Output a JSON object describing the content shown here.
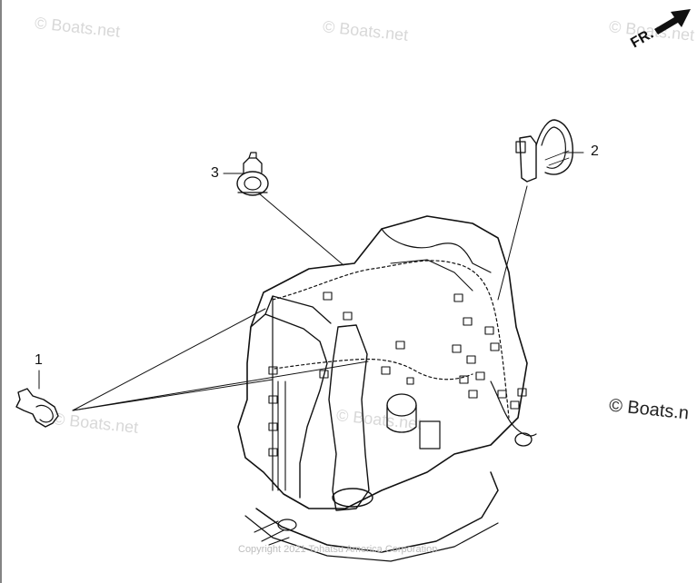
{
  "watermark": "© Boats.net",
  "watermark_right": "© Boats.n",
  "direction_label": "FR.",
  "callouts": [
    "1",
    "2",
    "3"
  ],
  "copyright": "Copyright 2021 Tohatsu America Corporation",
  "icons": {
    "direction": "arrow-right-icon"
  }
}
